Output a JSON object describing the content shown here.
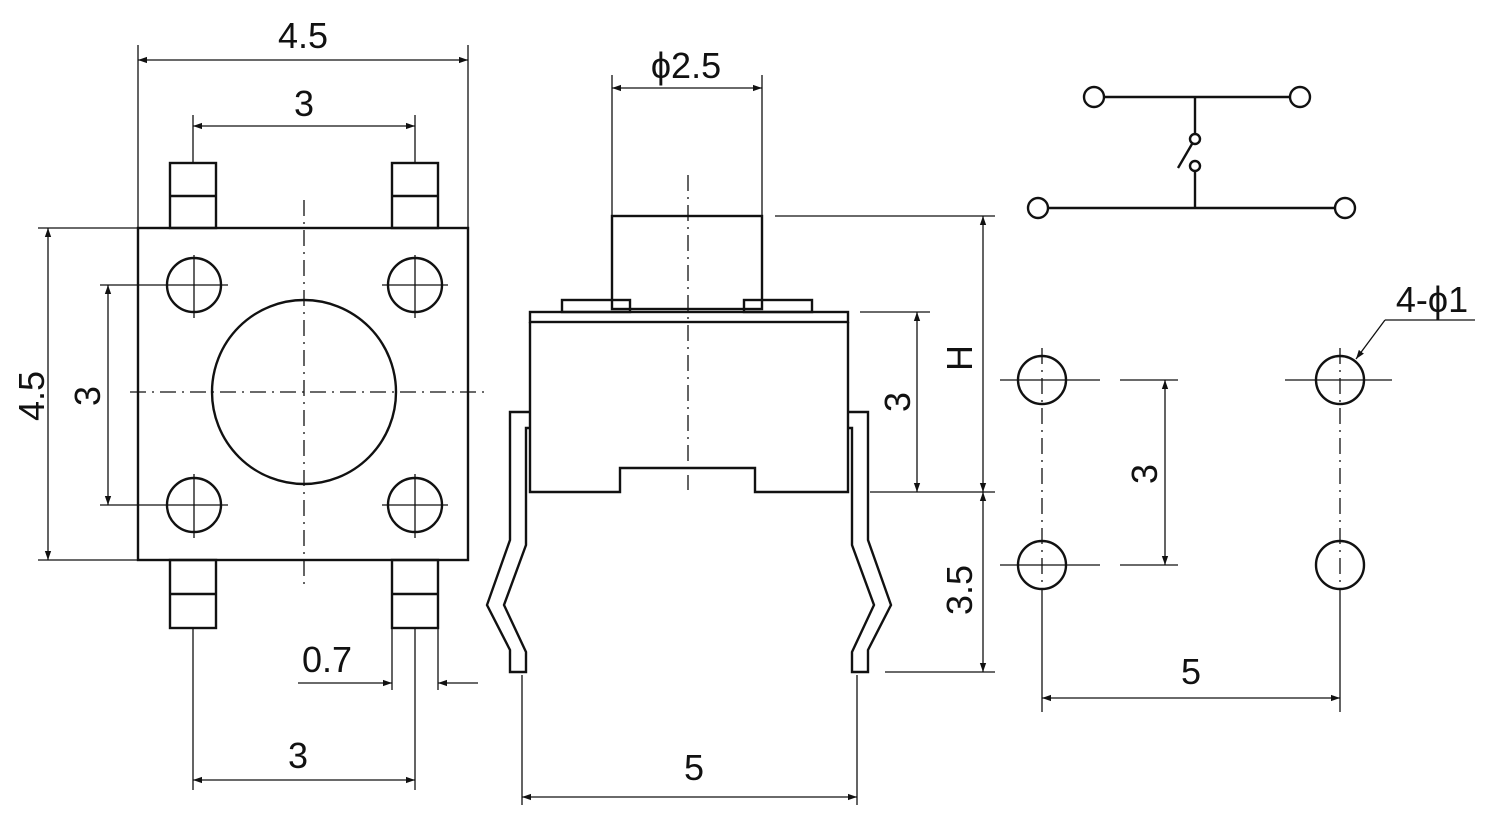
{
  "top_view": {
    "width_label": "4.5",
    "pin_pitch_label": "3",
    "height_label": "4.5",
    "hole_pitch_label": "3",
    "pin_width_label": "0.7",
    "bottom_pitch_label": "3"
  },
  "side_view": {
    "plunger_diameter_label": "ϕ2.5",
    "overall_height_label": "H",
    "body_height_label": "3",
    "lead_length_label": "3.5",
    "lead_span_label": "5"
  },
  "pcb_layout": {
    "hole_spec_label": "4-ϕ1",
    "vertical_pitch_label": "3",
    "horizontal_pitch_label": "5"
  },
  "schematic": {
    "symbol": "push-switch-symbol"
  }
}
